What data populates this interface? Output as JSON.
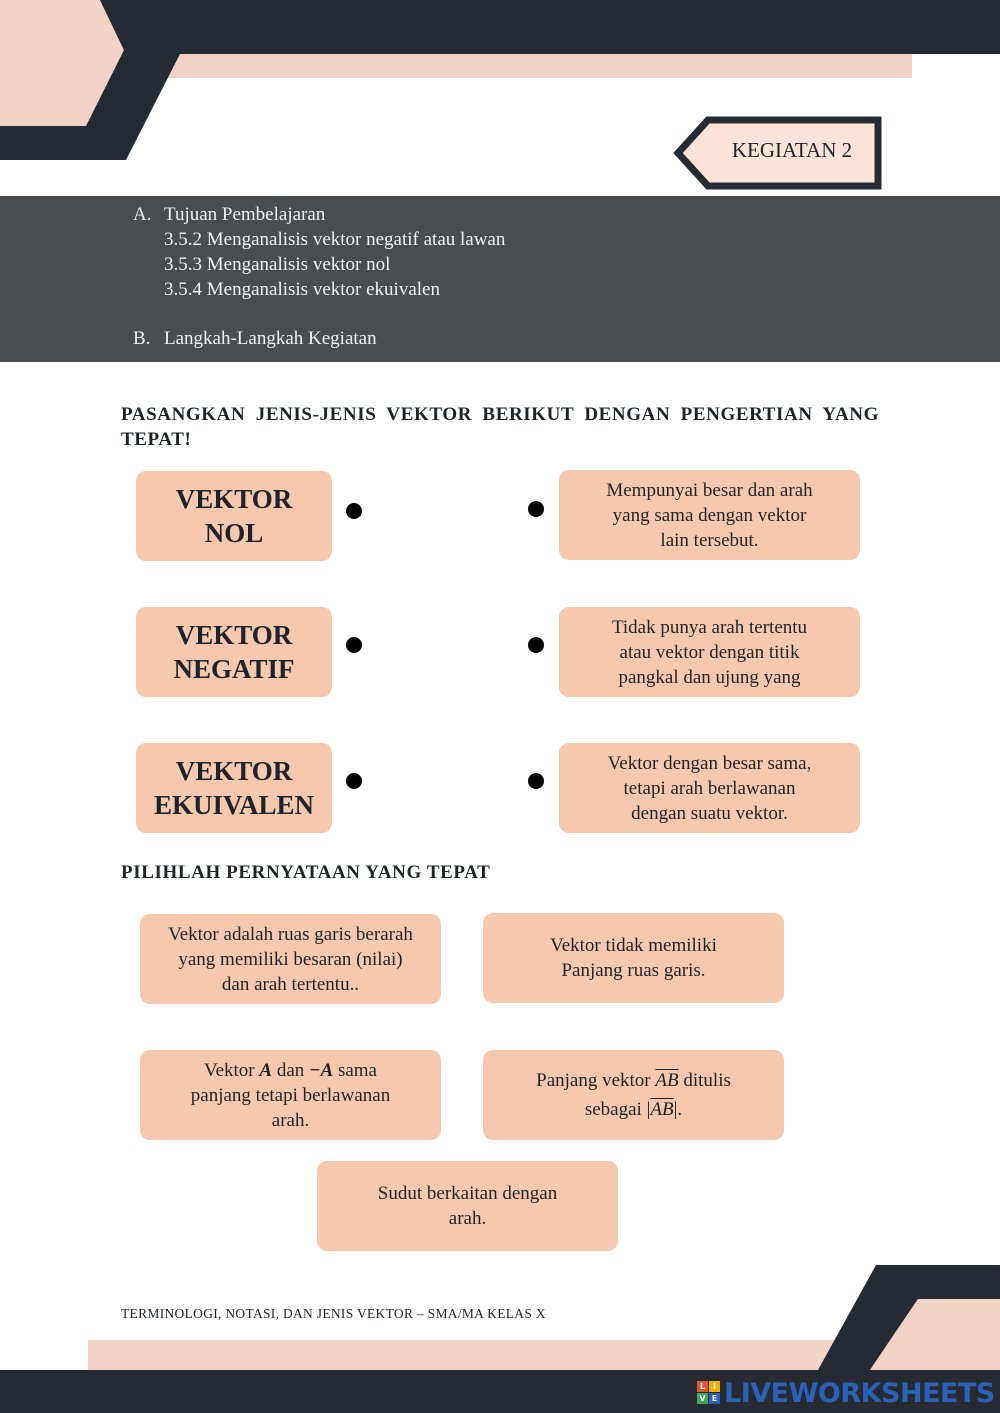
{
  "header": {
    "kegiatan_label": "KEGIATAN 2"
  },
  "objectives": {
    "a_marker": "A.",
    "a_title": "Tujuan Pembelajaran",
    "items": [
      "3.5.2 Menganalisis vektor negatif atau lawan",
      "3.5.3 Menganalisis vektor nol",
      "3.5.4 Menganalisis vektor ekuivalen"
    ],
    "b_marker": "B.",
    "b_title": "Langkah-Langkah Kegiatan"
  },
  "matching": {
    "title": "PASANGKAN JENIS-JENIS VEKTOR BERIKUT DENGAN PENGERTIAN YANG TEPAT!",
    "terms": [
      {
        "line1": "VEKTOR",
        "line2": "NOL"
      },
      {
        "line1": "VEKTOR",
        "line2": "NEGATIF"
      },
      {
        "line1": "VEKTOR",
        "line2": "EKUIVALEN"
      }
    ],
    "definitions": [
      {
        "line1": "Mempunyai besar dan arah",
        "line2": "yang sama dengan vektor",
        "line3": "lain tersebut."
      },
      {
        "line1": "Tidak punya arah tertentu",
        "line2": "atau vektor dengan titik",
        "line3": "pangkal dan ujung yang"
      },
      {
        "line1": "Vektor dengan besar sama,",
        "line2": "tetapi arah berlawanan",
        "line3": "dengan suatu vektor."
      }
    ]
  },
  "statements": {
    "title": "PILIHLAH PERNYATAAN YANG TEPAT",
    "s1": {
      "line1": "Vektor adalah ruas garis berarah",
      "line2": "yang memiliki besaran (nilai)",
      "line3": "dan arah tertentu.."
    },
    "s2": {
      "line1": "Vektor tidak memiliki",
      "line2": "Panjang ruas garis."
    },
    "s3": {
      "pre": "Vektor ",
      "var_a": "A",
      "mid": " dan ",
      "var_neg_a": "−A",
      "post": " sama",
      "line2": "panjang tetapi berlawanan",
      "line3": "arah."
    },
    "s4": {
      "pre": "Panjang vektor ",
      "vec": "AB",
      "post": " ditulis",
      "line2_pre": "sebagai ",
      "line2_open": "|",
      "line2_vec": "AB",
      "line2_close": "|."
    },
    "s5": {
      "line1": "Sudut berkaitan dengan",
      "line2": "arah."
    }
  },
  "footer": {
    "text": "TERMINOLOGI, NOTASI, DAN JENIS VEKTOR – SMA/MA KELAS X",
    "logo_text": "LIVEWORKSHEETS",
    "logo_letters": [
      "L",
      "I",
      "V",
      "E"
    ]
  },
  "colors": {
    "dark": "#262b33",
    "pink": "#f3d3c6",
    "box": "#f6c8ae",
    "band": "#4b4c4e",
    "logo_blue": "#2b62b8"
  }
}
